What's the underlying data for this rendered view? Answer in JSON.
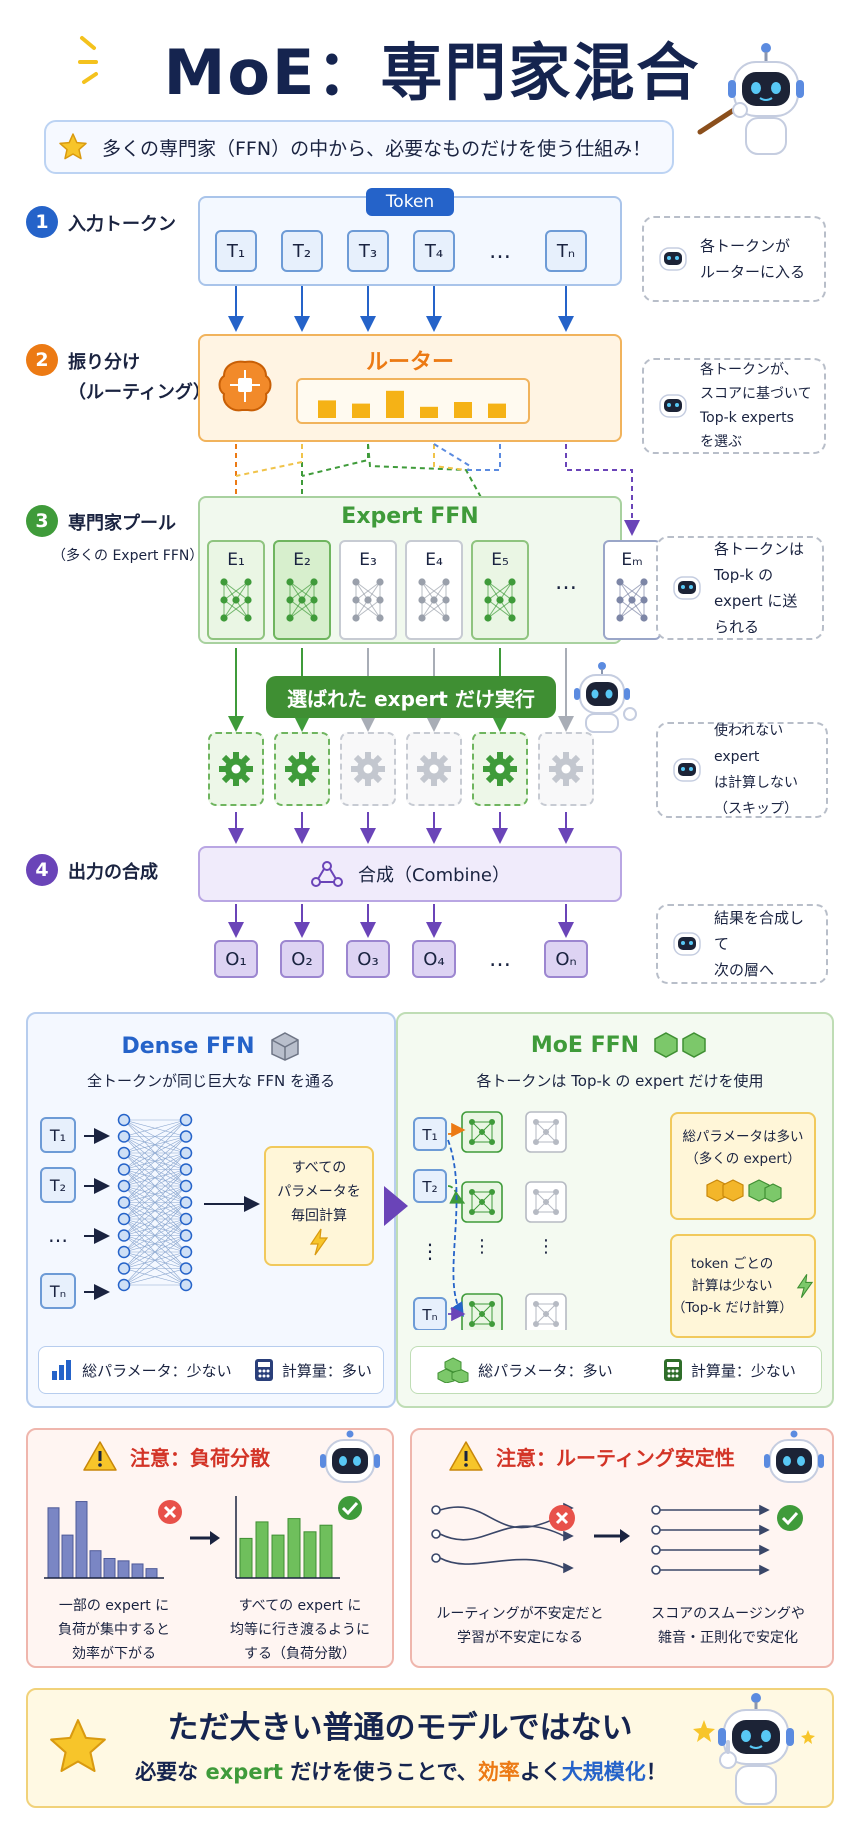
{
  "title": "MoE：専門家混合",
  "subtitle": "多くの専門家（FFN）の中から、必要なものだけを使う仕組み！",
  "steps": [
    {
      "num": "1",
      "label": "入力トークン",
      "color": "#2563c9"
    },
    {
      "num": "2",
      "label": "振り分け\n（ルーティング）",
      "color": "#ec7a14"
    },
    {
      "num": "3",
      "label": "専門家プール",
      "sub": "（多くの Expert FFN）",
      "color": "#3f9b3a"
    },
    {
      "num": "4",
      "label": "出力の合成",
      "color": "#6a44b8"
    }
  ],
  "token_header": "Token",
  "tokens": [
    "T₁",
    "T₂",
    "T₃",
    "T₄",
    "…",
    "Tₙ"
  ],
  "router_title": "ルーター",
  "router_scores": [
    0.55,
    0.45,
    0.85,
    0.35,
    0.5,
    0.45
  ],
  "pool_title": "Expert FFN",
  "experts": [
    {
      "label": "E₁",
      "selected": true
    },
    {
      "label": "E₂",
      "selected": true
    },
    {
      "label": "E₃",
      "selected": false
    },
    {
      "label": "E₄",
      "selected": false
    },
    {
      "label": "E₅",
      "selected": true
    },
    {
      "label": "…",
      "selected": null
    },
    {
      "label": "Eₘ",
      "selected": false
    }
  ],
  "exec_banner": "選ばれた expert だけ実行",
  "combine_label": "合成（Combine）",
  "outputs": [
    "O₁",
    "O₂",
    "O₃",
    "O₄",
    "…",
    "Oₙ"
  ],
  "notes": [
    "各トークンが\nルーターに入る",
    "各トークンが、\nスコアに基づいて\nTop-k experts を選ぶ",
    "各トークンは\nTop-k の\nexpert に送られる",
    "使われない expert\nは計算しない\n（スキップ）",
    "結果を合成して\n次の層へ"
  ],
  "dense": {
    "title": "Dense FFN",
    "desc": "全トークンが同じ巨大な FFN を通る",
    "tokens": [
      "T₁",
      "T₂",
      "…",
      "Tₙ"
    ],
    "card": "すべての\nパラメータを\n毎回計算",
    "params": "総パラメータ：少ない",
    "compute": "計算量：多い"
  },
  "moe": {
    "title": "MoE FFN",
    "desc": "各トークンは Top-k の expert だけを使用",
    "tokens": [
      "T₁",
      "T₂",
      "⋮",
      "Tₙ"
    ],
    "card1": "総パラメータは多い\n（多くの expert）",
    "card2": "token ごとの\n計算は少ない\n（Top-k だけ計算）",
    "params": "総パラメータ：多い",
    "compute": "計算量：少ない"
  },
  "warn_left": {
    "title": "注意：負荷分散",
    "bars_bad": [
      0.9,
      0.55,
      0.98,
      0.35,
      0.25,
      0.22,
      0.18,
      0.12
    ],
    "bars_good": [
      0.6,
      0.85,
      0.65,
      0.9,
      0.7,
      0.8
    ],
    "caption_bad": "一部の expert に\n負荷が集中すると\n効率が下がる",
    "caption_good": "すべての expert に\n均等に行き渡るように\nする（負荷分散）"
  },
  "warn_right": {
    "title": "注意：ルーティング安定性",
    "caption_bad": "ルーティングが不安定だと\n学習が不安定になる",
    "caption_good": "スコアのスムージングや\n雑音・正則化で安定化"
  },
  "banner": {
    "headline": "ただ大きい普通のモデルではない",
    "line_a": "必要な ",
    "line_b": "expert",
    "line_c": " だけを使うことで、",
    "line_d": "効率",
    "line_e": "よく",
    "line_f": "大規模化",
    "line_g": "！"
  }
}
